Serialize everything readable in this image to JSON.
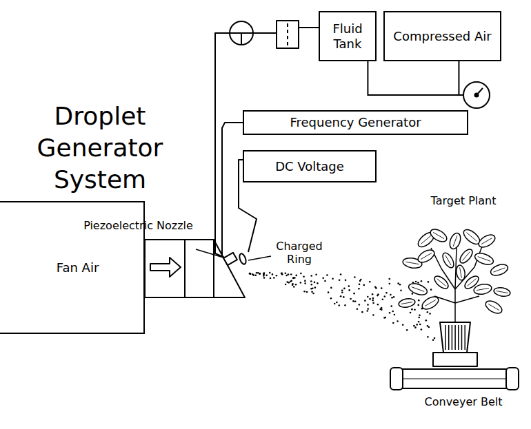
{
  "diagram": {
    "title": "Droplet Generator System",
    "nodes": [
      {
        "text": [
          "Fluid Tank"
        ]
      },
      {
        "text": [
          "Compressed Air"
        ]
      },
      {
        "text": [
          "Frequency Generator"
        ]
      },
      {
        "text": [
          "DC Voltage"
        ]
      },
      {
        "text": [
          "Fan Air"
        ]
      }
    ],
    "edges": [
      {
        "from": 0,
        "to": 1,
        "arrow": "none"
      }
    ],
    "labels": [
      "Piezoelectric Nozzle",
      "Charged Ring",
      "Target Plant",
      "Conveyer Belt"
    ]
  }
}
